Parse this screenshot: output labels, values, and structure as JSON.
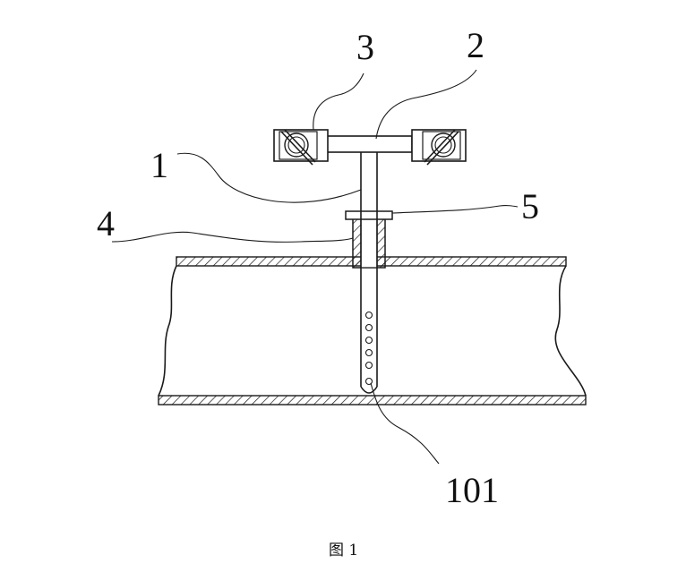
{
  "figure": {
    "caption": "图 1",
    "labels": {
      "part1": "1",
      "part2": "2",
      "part3": "3",
      "part4": "4",
      "part5": "5",
      "part101": "101"
    }
  }
}
